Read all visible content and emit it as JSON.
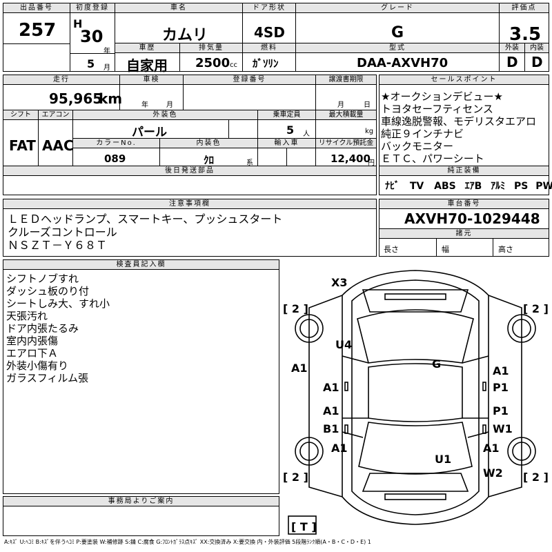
{
  "header": {
    "lot_no_label": "出品番号",
    "lot_no": "257",
    "first_reg_label": "初度登録",
    "era": "H",
    "year": "30",
    "year_unit": "年",
    "month": "5",
    "month_unit": "月",
    "name_label": "車名",
    "name": "カムリ",
    "door_label": "ドア形状",
    "door": "4SD",
    "grade_label": "グレード",
    "grade": "G",
    "score_label": "評価点",
    "score": "3.5",
    "history_label": "車歴",
    "history": "自家用",
    "displacement_label": "排気量",
    "displacement": "2500",
    "displacement_unit": "cc",
    "fuel_label": "燃料",
    "fuel": "ｶﾞｿﾘﾝ",
    "model_label": "型式",
    "model": "DAA-AXVH70",
    "exterior_label": "外装",
    "exterior": "D",
    "interior_label": "内装",
    "interior": "D"
  },
  "row2": {
    "mileage_label": "走行",
    "mileage": "95,965",
    "mileage_unit": "km",
    "inspection_label": "車検",
    "year_unit": "年",
    "month_unit": "月",
    "reg_no_label": "登録番号",
    "transfer_label": "譲渡書期限",
    "t_month": "月",
    "t_day": "日",
    "shift_label": "シフト",
    "shift": "FAT",
    "ac_label": "エアコン",
    "ac": "AAC",
    "color_label": "外装色",
    "color": "パール",
    "seats_label": "乗車定員",
    "seats": "5",
    "seats_unit": "人",
    "load_label": "最大積載量",
    "load_unit": "kg",
    "color_no_label": "カラーNo.",
    "color_no": "089",
    "int_color_label": "内装色",
    "int_color": "ｸﾛ",
    "int_color_unit": "系",
    "import_label": "輸入車",
    "recycle_label": "リサイクル預託金",
    "recycle": "12,400",
    "recycle_unit": "円",
    "later_label": "後日発送部品"
  },
  "sales": {
    "label": "セールスポイント",
    "lines": [
      "★オークションデビュー★",
      "トヨタセーフティセンス",
      "車線逸脱警報、モデリスタエアロ",
      "純正９インチナビ",
      "バックモニター",
      "ＥＴＣ、パワーシート"
    ]
  },
  "equip": {
    "label": "純正装備",
    "items": [
      "ﾅﾋﾞ",
      "TV",
      "ABS",
      "ｴｱB",
      "ｱﾙﾐ",
      "PS",
      "PW"
    ]
  },
  "notes": {
    "label": "注意事項欄",
    "lines": [
      "ＬＥＤヘッドランプ、スマートキー、プッシュスタート",
      "クルーズコントロール",
      "ＮＳＺＴ－Ｙ６８Ｔ"
    ]
  },
  "chassis": {
    "label": "車台番号",
    "value": "AXVH70-1029448",
    "dims_label": "諸元",
    "length": "長さ",
    "width": "幅",
    "height": "高さ"
  },
  "inspector": {
    "label": "検査員記入欄",
    "lines": [
      "シフトノブすれ",
      "ダッシュ板のり付",
      "シートしみ大、すれ小",
      "天張汚れ",
      "ドア内張たるみ",
      "室内内張傷",
      "エアロ下Ａ",
      "外装小傷有り",
      "ガラスフィルム張"
    ]
  },
  "diagram": {
    "labels": {
      "x3": "X3",
      "u4": "U4",
      "g": "G",
      "a1_left_side": "A1",
      "a1_fl": "A1",
      "a1_rl": "A1",
      "b1": "B1",
      "a1_rear_left": "A1",
      "a1_fr": "A1",
      "p1_fr": "P1",
      "p1_rr": "P1",
      "w1": "W1",
      "a1_right_side": "A1",
      "u1": "U1",
      "w2": "W2",
      "t": "T"
    },
    "tire_tl": "2",
    "tire_tr": "2",
    "tire_bl": "2",
    "tire_br": "2",
    "spare": "T"
  },
  "office": {
    "label": "事務局よりご案内"
  },
  "legend": "A:ｷｽﾞ  U:ﾍｺﾐ  B:ｷｽﾞを伴うﾍｺﾐ  P:要塗装  W:補修跡  S:錆  C:腐食  G:ﾌﾛﾝﾄｶﾞﾗｽ点ｷｽﾞ  XX:交換済み  X:要交換   内・外装評価  5段階ﾗﾝｸ順(A・B・C・D・E) 1"
}
